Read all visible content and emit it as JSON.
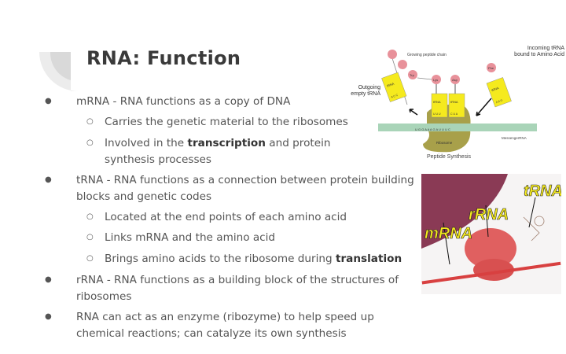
{
  "slide": {
    "title": "RNA: Function",
    "bullets": [
      {
        "text": "mRNA - RNA functions as a copy of DNA",
        "sub": [
          {
            "before": "Carries the genetic material to the ribosomes",
            "bold": "",
            "after": ""
          },
          {
            "before": "Involved in the ",
            "bold": "transcription",
            "after": " and protein synthesis processes"
          }
        ]
      },
      {
        "text": "tRNA - RNA functions as a connection between protein building blocks and genetic codes",
        "sub": [
          {
            "before": "Located at the end points of each amino acid",
            "bold": "",
            "after": ""
          },
          {
            "before": "Links mRNA and the amino acid",
            "bold": "",
            "after": ""
          },
          {
            "before": "Brings amino acids to the ribosome during ",
            "bold": "translation",
            "after": ""
          }
        ]
      },
      {
        "text": "rRNA - RNA functions as a building block of the structures of ribosomes",
        "sub": []
      },
      {
        "text": "RNA can act as an enzyme (ribozyme) to help speed up chemical reactions; can catalyze its own synthesis",
        "sub": []
      }
    ]
  },
  "diagram1": {
    "growing_chain": "Growing peptide chain",
    "outgoing": "Outgoing empty tRNA",
    "incoming": "Incoming tRNA bound to Amino Acid",
    "trna": "tRNA",
    "amino1": "Trp",
    "amino2": "Lys",
    "amino3": "Asp",
    "amino4": "Phe",
    "anticodon_out": "A C C",
    "anticodon1": "U U U",
    "anticodon2": "C U A",
    "anticodon_in": "A A G",
    "codons": "U G G A A A G A U U U C",
    "messenger": "MessengerRNA",
    "ribosome": "Ribosome",
    "caption": "Peptide Synthesis"
  },
  "diagram2": {
    "label_trna": "tRNA",
    "label_rrna": "rRNA",
    "label_mrna": "mRNA"
  },
  "colors": {
    "text": "#555555",
    "title": "#3a3a3a",
    "trna_yellow": "#f5ea1e",
    "ribosome": "#a8a04a",
    "mrna_strip": "#a9d4b8",
    "amino": "#e8919a"
  }
}
